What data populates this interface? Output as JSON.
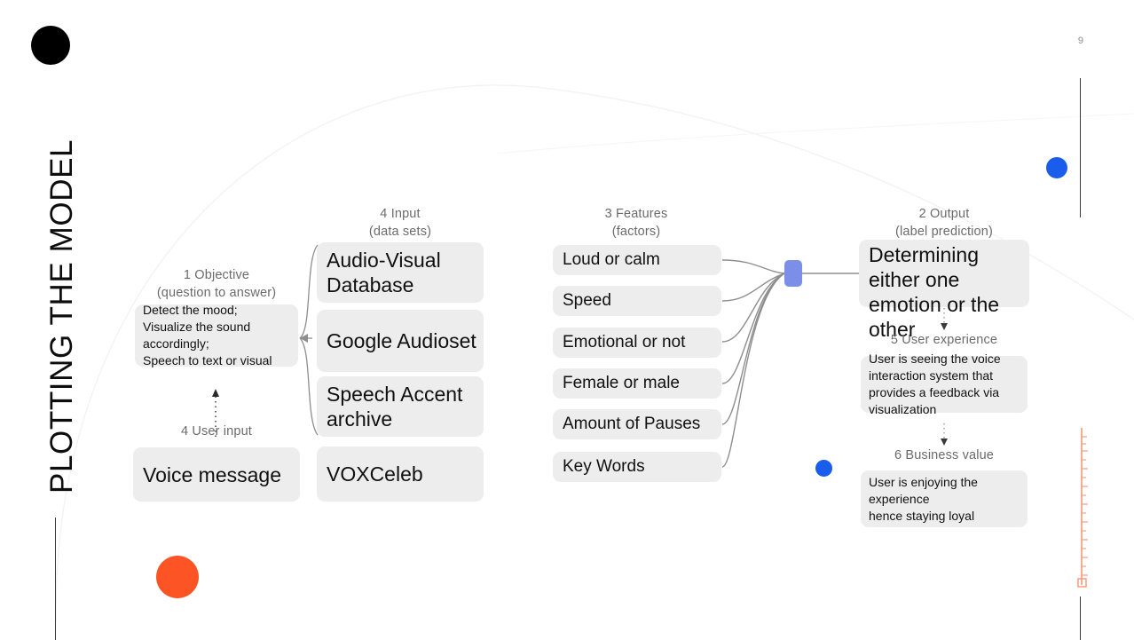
{
  "slide": {
    "title": "PLOTTING THE MODEL",
    "page_number": "9",
    "background_color": "#ffffff"
  },
  "colors": {
    "node_fill": "#EDEDED",
    "label_gray": "#6b6b6b",
    "accent_blue": "#1A5CEB",
    "hub_blue": "#7B8FE8",
    "accent_orange": "#FC5424",
    "accent_black": "#000000",
    "connector_gray": "#8e8e8e",
    "ruler_orange": "#F99679"
  },
  "columns": {
    "objective": {
      "label_line1": "1 Objective",
      "label_line2": "(question to answer)",
      "box_text": "Detect the mood;\nVisualize the sound accordingly;\nSpeech to text or visual"
    },
    "user_input": {
      "label_line1": "4 User input",
      "label_line2": "",
      "box_text": "Voice message"
    },
    "input": {
      "label_line1": "4 Input",
      "label_line2": "(data sets)",
      "items": [
        {
          "text": "Audio-Visual Database"
        },
        {
          "text": "Google Audioset"
        },
        {
          "text": "Speech Accent archive"
        },
        {
          "text": "VOXCeleb"
        }
      ]
    },
    "features": {
      "label_line1": "3 Features",
      "label_line2": "(factors)",
      "items": [
        {
          "text": "Loud or calm"
        },
        {
          "text": "Speed"
        },
        {
          "text": "Emotional or not"
        },
        {
          "text": " Female or male"
        },
        {
          "text": "Amount of Pauses"
        },
        {
          "text": "Key Words"
        }
      ]
    },
    "output": {
      "label_line1": "2 Output",
      "label_line2": "(label prediction)",
      "box_text": "Determining either one  emotion or the\n other"
    },
    "user_experience": {
      "label_line1": "5 User experience",
      "label_line2": "",
      "box_text": "User is seeing the voice interaction system that provides a feedback via visualization"
    },
    "business_value": {
      "label_line1": "6 Business value",
      "label_line2": "",
      "box_text": "User is enjoying the experience\nhence staying loyal"
    }
  },
  "decorations": {
    "black_dot": "black-dot",
    "orange_dot": "orange-dot",
    "blue_dot_right": "blue-dot",
    "blue_dot_middle": "blue-dot",
    "hub": "connector-node",
    "ruler": "orange-ruler-line"
  }
}
